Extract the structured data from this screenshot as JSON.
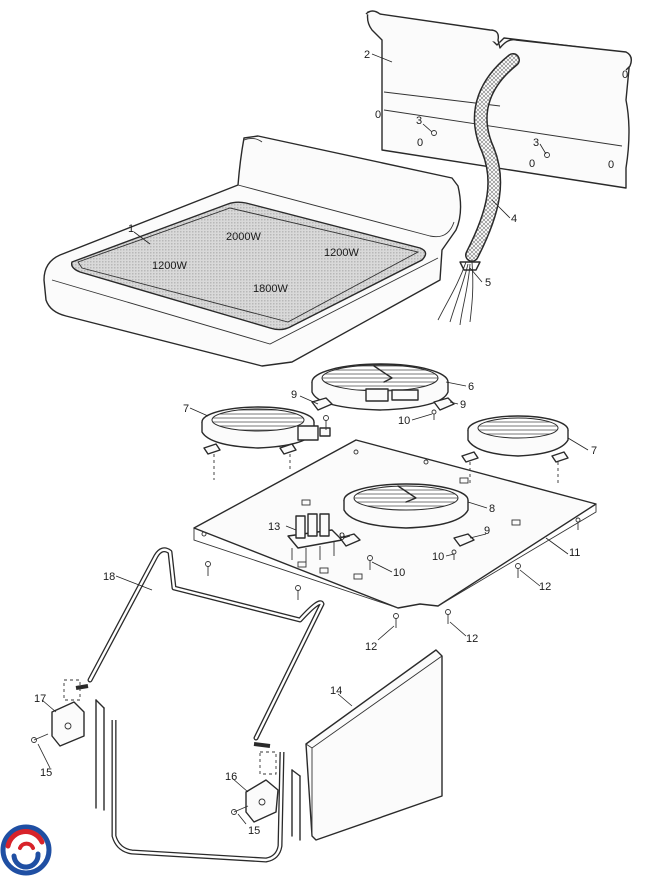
{
  "diagram": {
    "callouts": [
      {
        "id": "c1",
        "text": "1"
      },
      {
        "id": "c2",
        "text": "2"
      },
      {
        "id": "c3a",
        "text": "3"
      },
      {
        "id": "c3b",
        "text": "3"
      },
      {
        "id": "c4",
        "text": "4"
      },
      {
        "id": "c5",
        "text": "5"
      },
      {
        "id": "c6",
        "text": "6"
      },
      {
        "id": "c7a",
        "text": "7"
      },
      {
        "id": "c7b",
        "text": "7"
      },
      {
        "id": "c8",
        "text": "8"
      },
      {
        "id": "c9a",
        "text": "9"
      },
      {
        "id": "c9b",
        "text": "9"
      },
      {
        "id": "c9c",
        "text": "9"
      },
      {
        "id": "c9d",
        "text": "9"
      },
      {
        "id": "c10a",
        "text": "10"
      },
      {
        "id": "c10b",
        "text": "10"
      },
      {
        "id": "c10c",
        "text": "10"
      },
      {
        "id": "c11",
        "text": "11"
      },
      {
        "id": "c12a",
        "text": "12"
      },
      {
        "id": "c12b",
        "text": "12"
      },
      {
        "id": "c12c",
        "text": "12"
      },
      {
        "id": "c13",
        "text": "13"
      },
      {
        "id": "c14",
        "text": "14"
      },
      {
        "id": "c15a",
        "text": "15"
      },
      {
        "id": "c15b",
        "text": "15"
      },
      {
        "id": "c16",
        "text": "16"
      },
      {
        "id": "c17",
        "text": "17"
      },
      {
        "id": "c18",
        "text": "18"
      }
    ],
    "wattages": {
      "rear_center": "2000W",
      "left": "1200W",
      "right": "1200W",
      "front_center": "1800W"
    },
    "colors": {
      "line": "#2a2a2a",
      "glass": "#cfcfcf",
      "logo_blue": "#1f4fa3",
      "logo_red": "#d8232a"
    },
    "logo": {
      "icon": "brand-swirl-logo"
    }
  }
}
